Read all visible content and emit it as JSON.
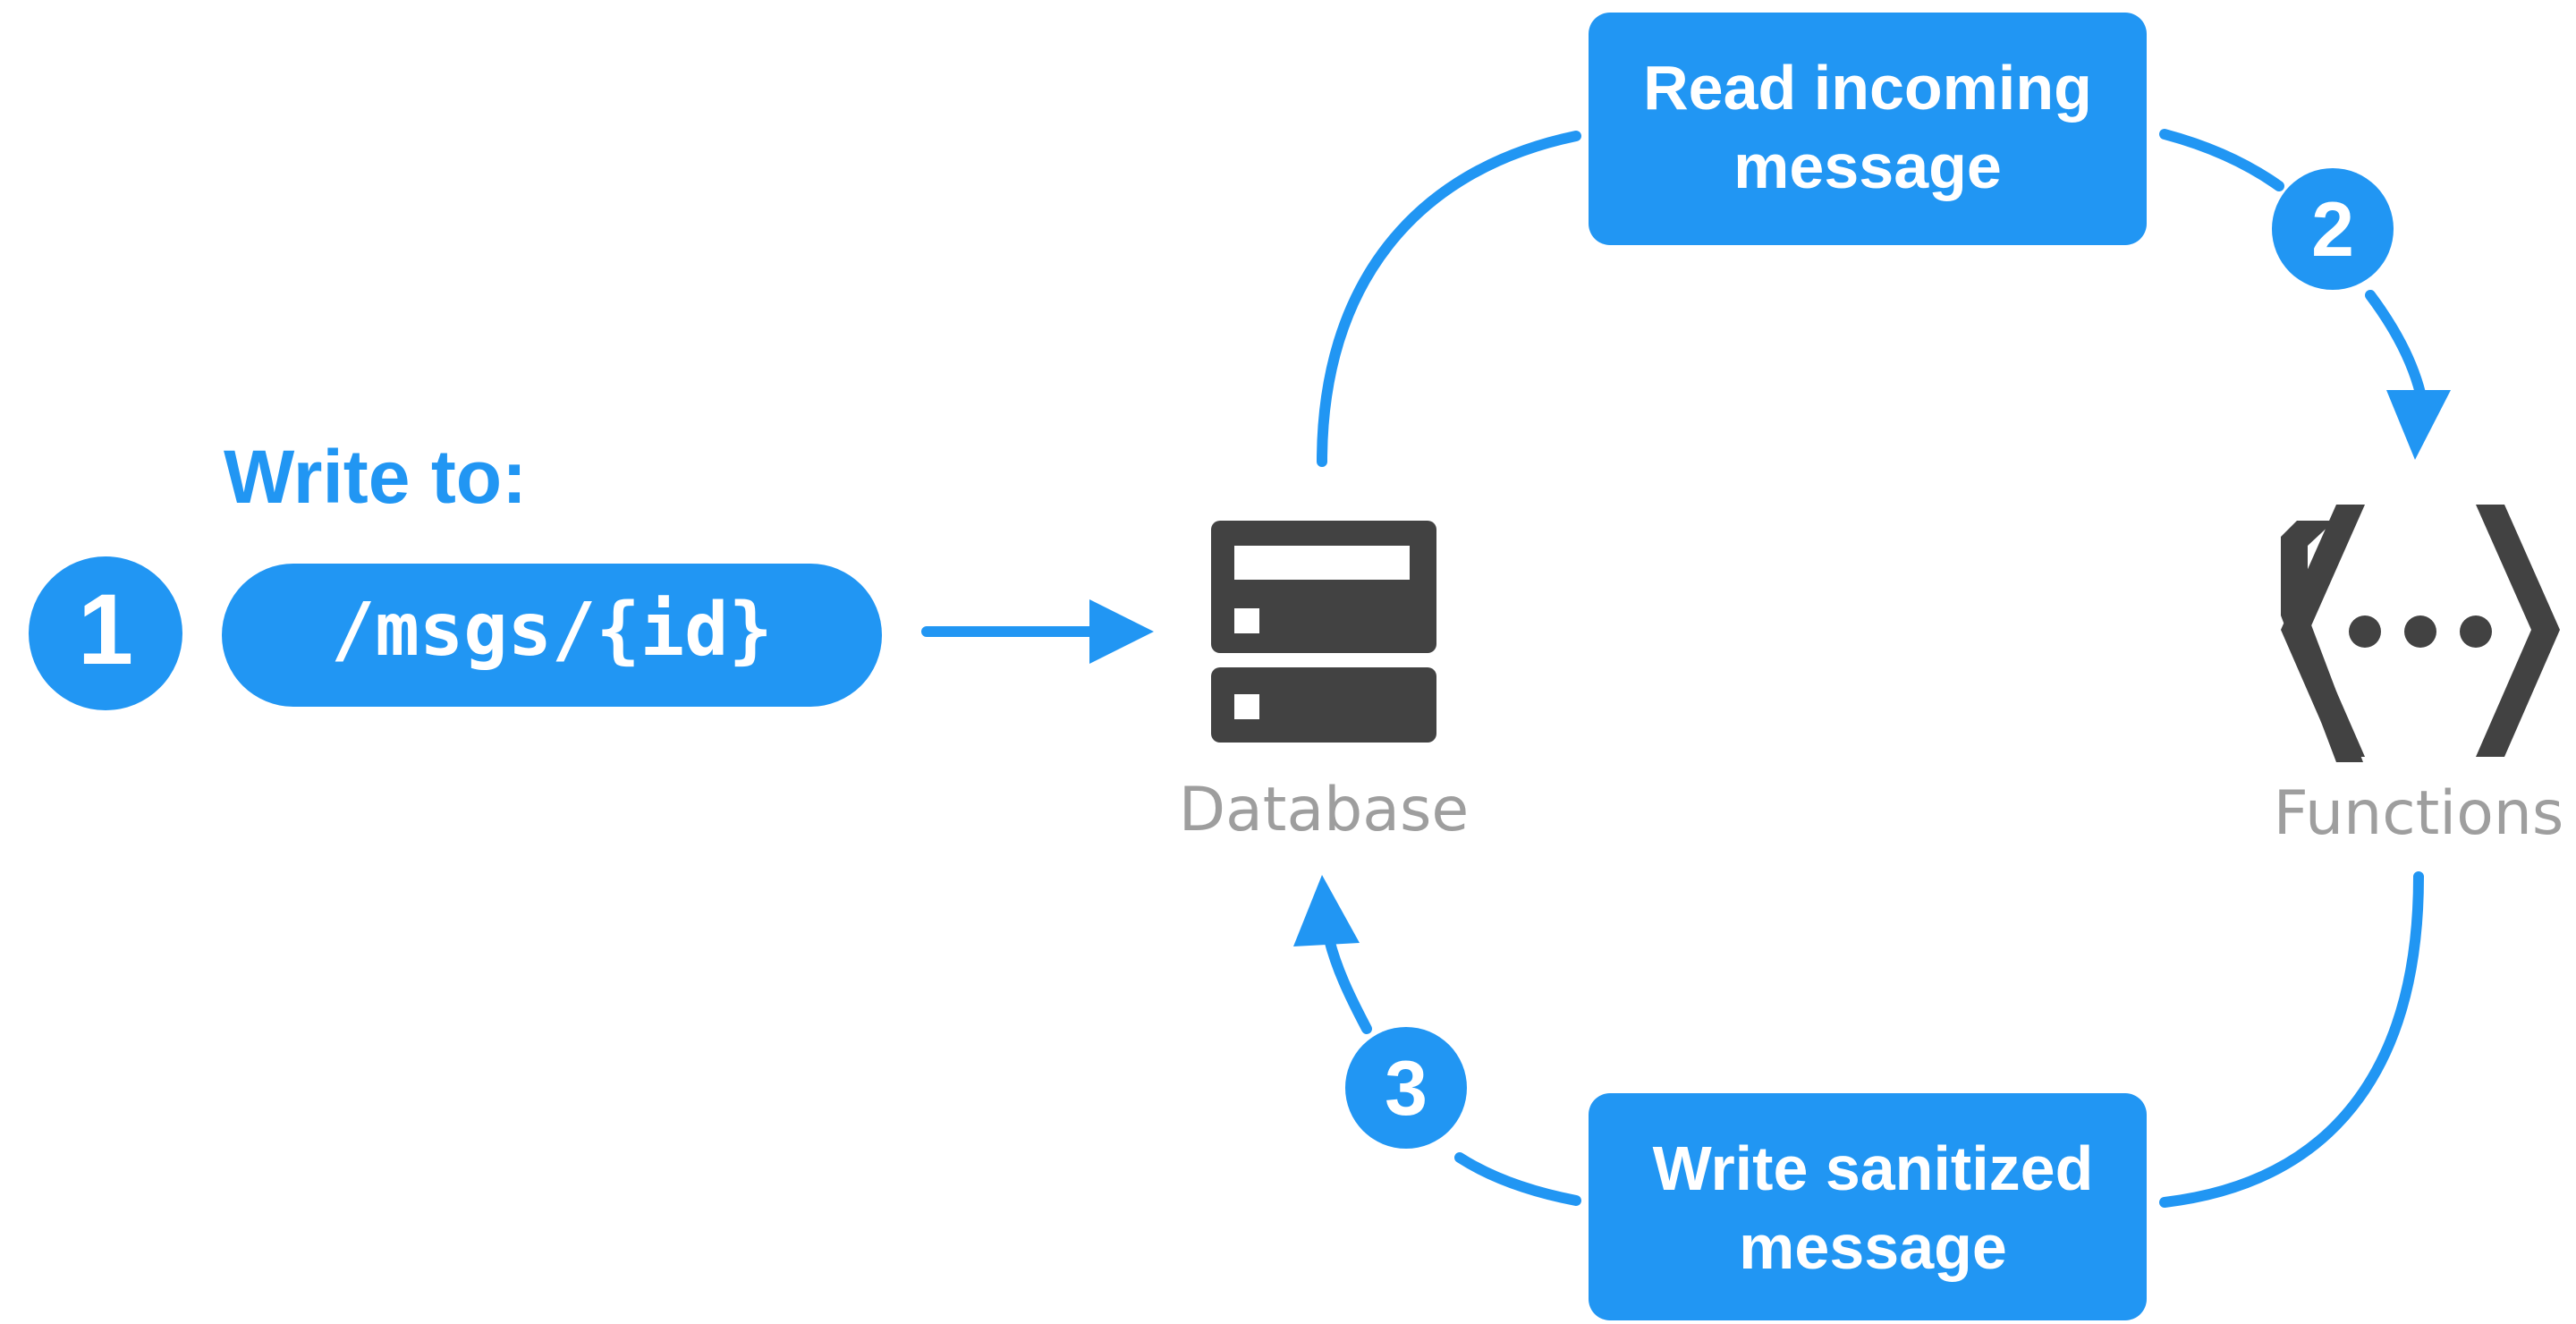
{
  "colors": {
    "accent": "#2196F3",
    "icon_dark": "#424242",
    "label_gray": "#9E9E9E",
    "white": "#FFFFFF"
  },
  "step1": {
    "number": "1",
    "heading": "Write to:",
    "path": "/msgs/{id}"
  },
  "step2": {
    "number": "2",
    "box_line1": "Read incoming",
    "box_line2": "message"
  },
  "step3": {
    "number": "3",
    "box_line1": "Write sanitized",
    "box_line2": "message"
  },
  "nodes": {
    "database": {
      "icon": "database-server-icon",
      "label": "Database"
    },
    "functions": {
      "icon": "cloud-functions-icon",
      "label": "Functions"
    }
  }
}
